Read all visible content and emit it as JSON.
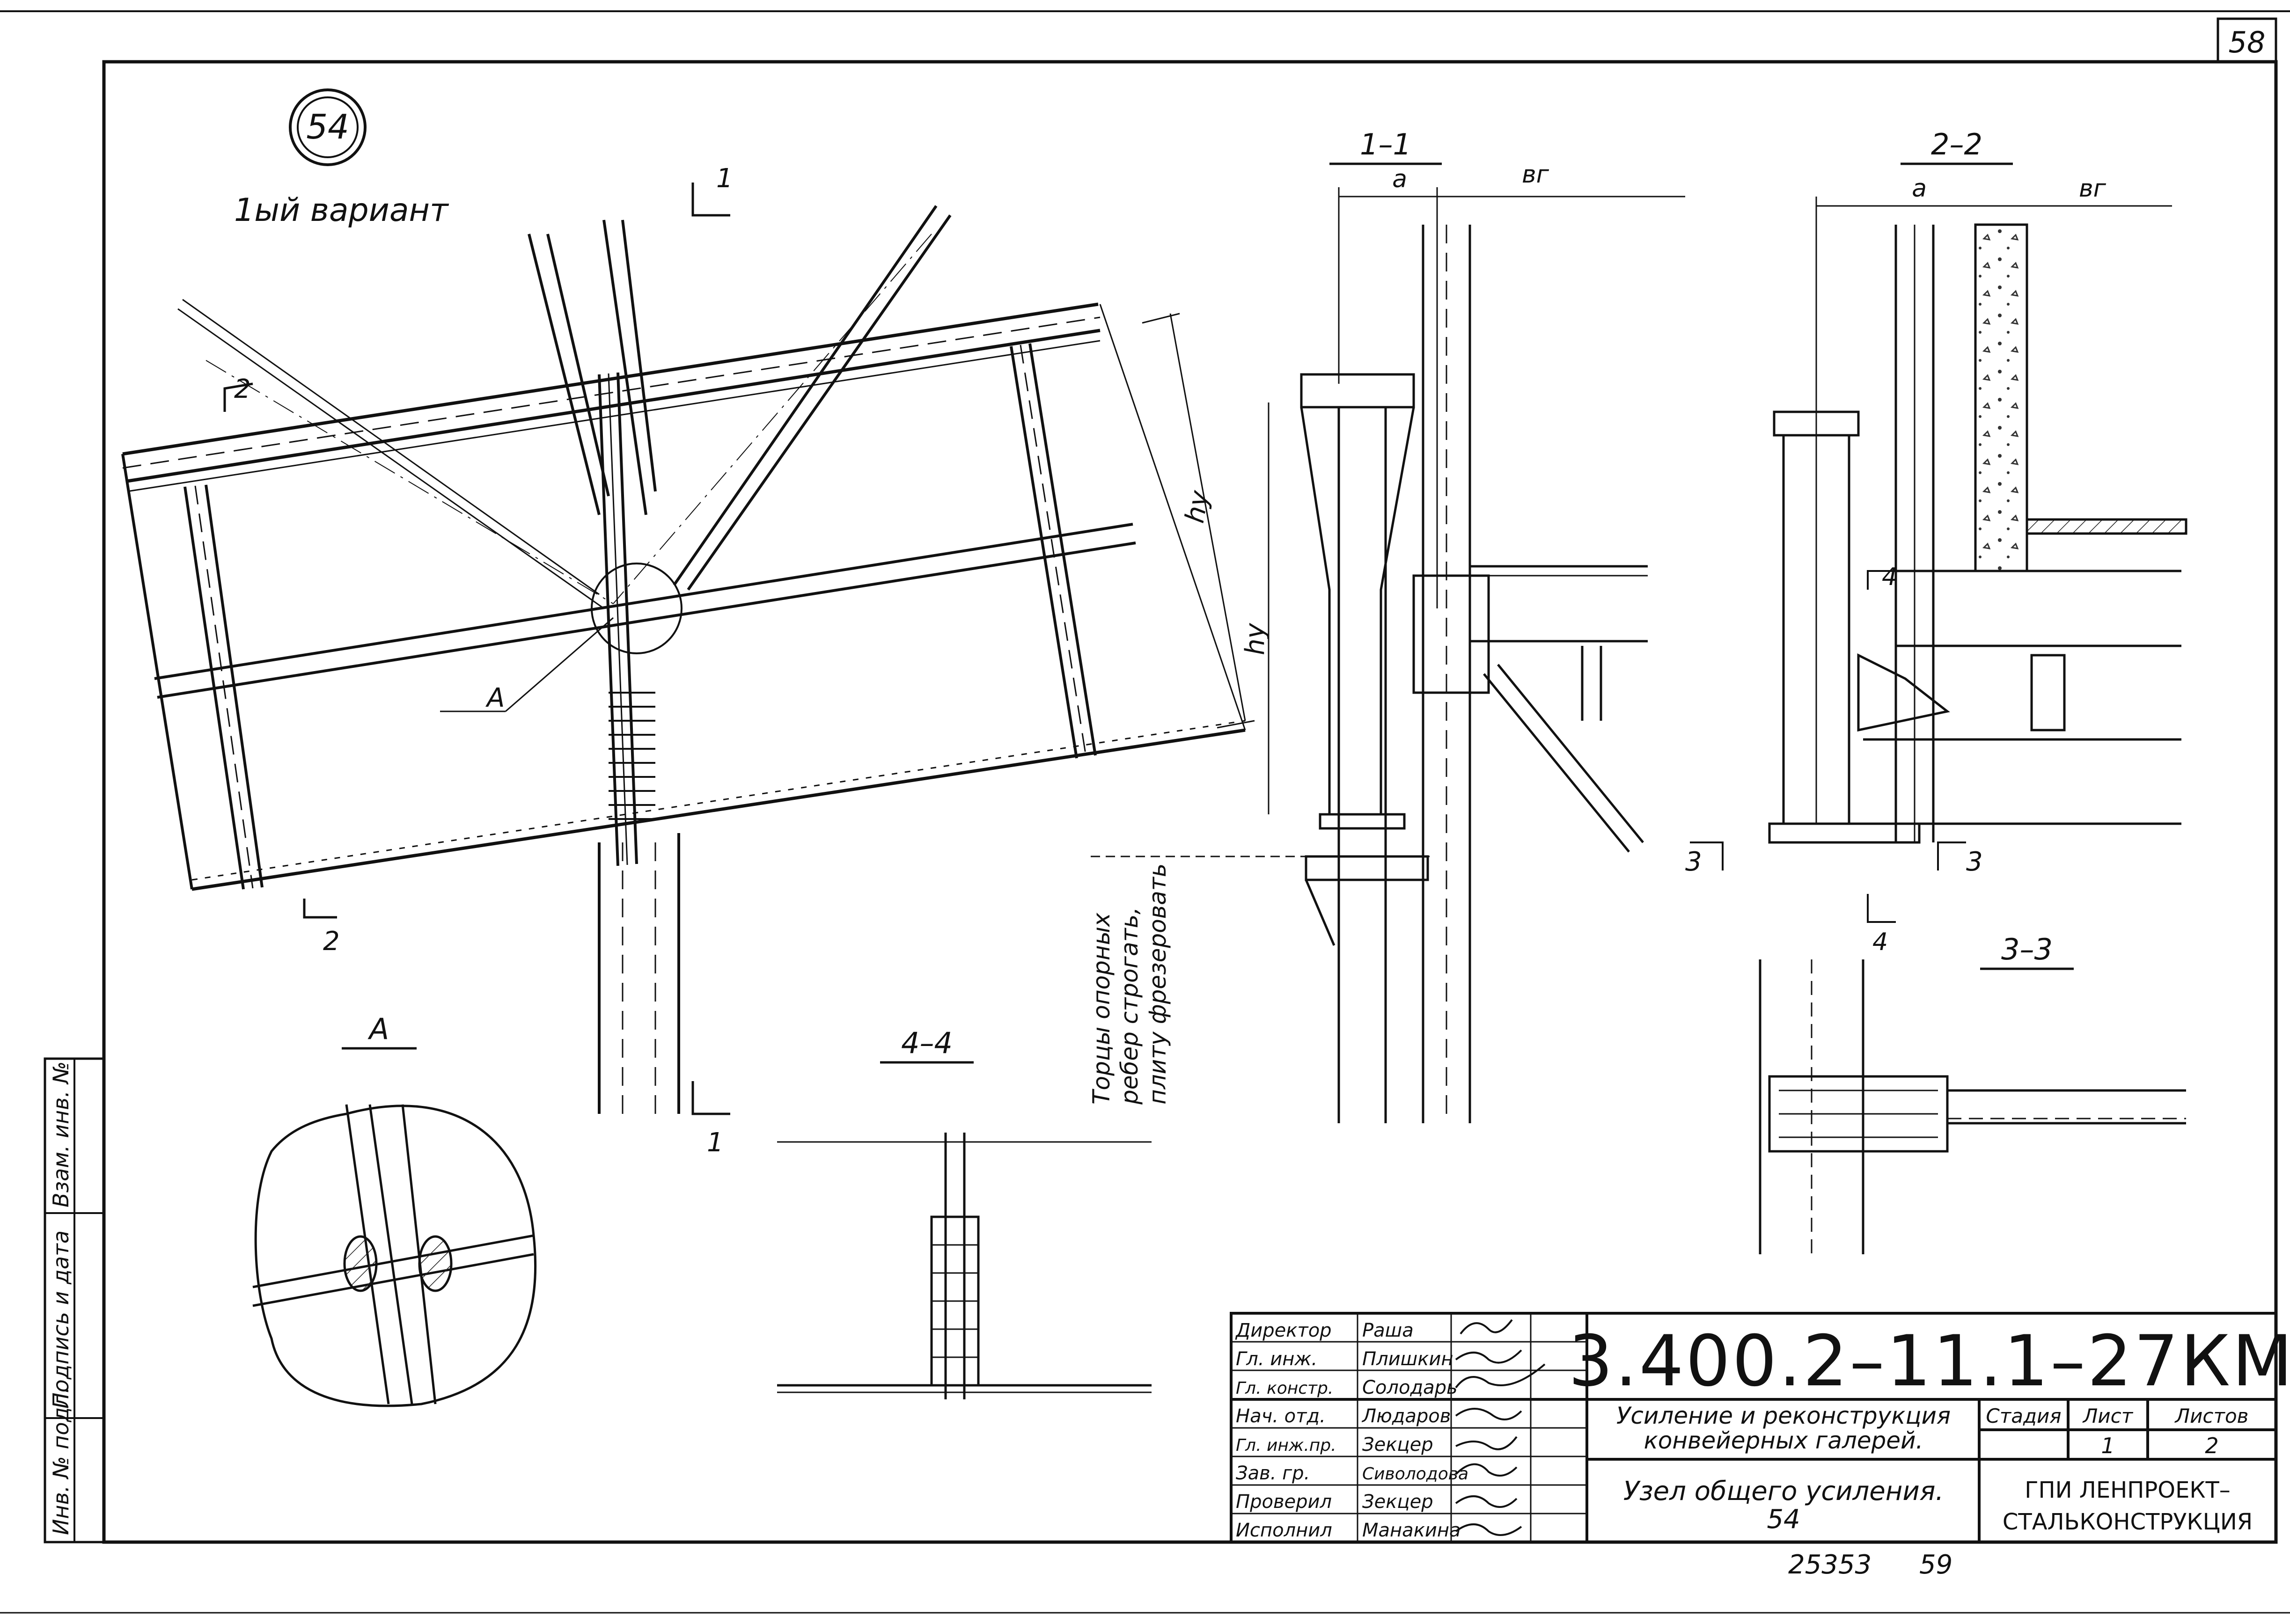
{
  "page": {
    "page_number": "58",
    "node_number": "54",
    "variant": "1ый вариант"
  },
  "sections": {
    "s11_title": "1–1",
    "s22_title": "2–2",
    "s33_title": "3–3",
    "s44_title": "4–4",
    "detail_title": "А",
    "detail_callout": "А"
  },
  "marks": {
    "m1": "1",
    "m2": "2",
    "m3": "3",
    "m4": "4"
  },
  "dims": {
    "a": "a",
    "bg": "вг",
    "hu": "hу"
  },
  "note": {
    "line1": "Торцы опорных",
    "line2": "ребер строгать,",
    "line3": "плиту фрезеровать"
  },
  "stamp": {
    "rows": [
      {
        "role": "Директор",
        "name": "Раша"
      },
      {
        "role": "Гл. инж.",
        "name": "Плишкин"
      },
      {
        "role": "Гл. констр.",
        "name": "Солодарь"
      },
      {
        "role": "Нач. отд.",
        "name": "Людаров"
      },
      {
        "role": "Гл. инж.пр.",
        "name": "Зекцер"
      },
      {
        "role": "Зав. гр.",
        "name": "Сиволодова"
      },
      {
        "role": "Проверил",
        "name": "Зекцер"
      },
      {
        "role": "Исполнил",
        "name": "Манакина"
      }
    ],
    "code": "3.400.2–11.1–27КМ",
    "project_title_1": "Усиление и реконструкция",
    "project_title_2": "конвейерных галерей.",
    "sheet_title_1": "Узел общего усиления.",
    "sheet_title_2": "54",
    "stage_label": "Стадия",
    "sheet_label": "Лист",
    "sheets_label": "Листов",
    "sheet_value": "1",
    "sheets_value": "2",
    "org_1": "ГПИ ЛЕНПРОЕКТ–",
    "org_2": "СТАЛЬКОНСТРУКЦИЯ"
  },
  "side_stamp": {
    "inv_orig": "Инв. № подл.",
    "sign_date": "Подпись и дата",
    "inv_repl": "Взам. инв. №"
  },
  "footer": {
    "archive_number": "25353",
    "page_ref": "59"
  }
}
